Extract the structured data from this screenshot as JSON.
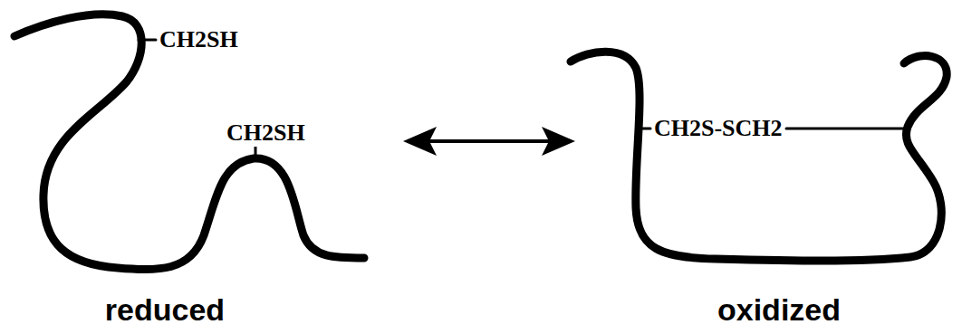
{
  "diagram": {
    "labels": [
      "CH2SH",
      "CH2SH",
      "reduced",
      "CH2S-SCH2",
      "oxidized"
    ]
  }
}
